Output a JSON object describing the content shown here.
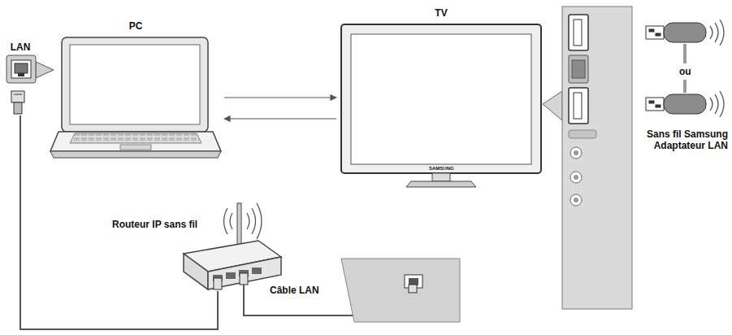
{
  "diagram": {
    "nodes": [
      {
        "text": [
          "LAN"
        ]
      },
      {
        "text": [
          "PC"
        ]
      },
      {
        "text": [
          "TV"
        ]
      },
      {
        "text": [
          "Routeur IP sans fil"
        ]
      }
    ],
    "edges": [
      {
        "from": 1,
        "to": 2,
        "arrow": "to"
      },
      {
        "from": 2,
        "to": 1,
        "arrow": "to"
      },
      {
        "from": 0,
        "to": 3,
        "arrow": "none"
      }
    ],
    "labels": [
      "ou",
      "Sans fil Samsung Adaptateur LAN",
      "Câble LAN",
      "SAMSUNG"
    ]
  }
}
